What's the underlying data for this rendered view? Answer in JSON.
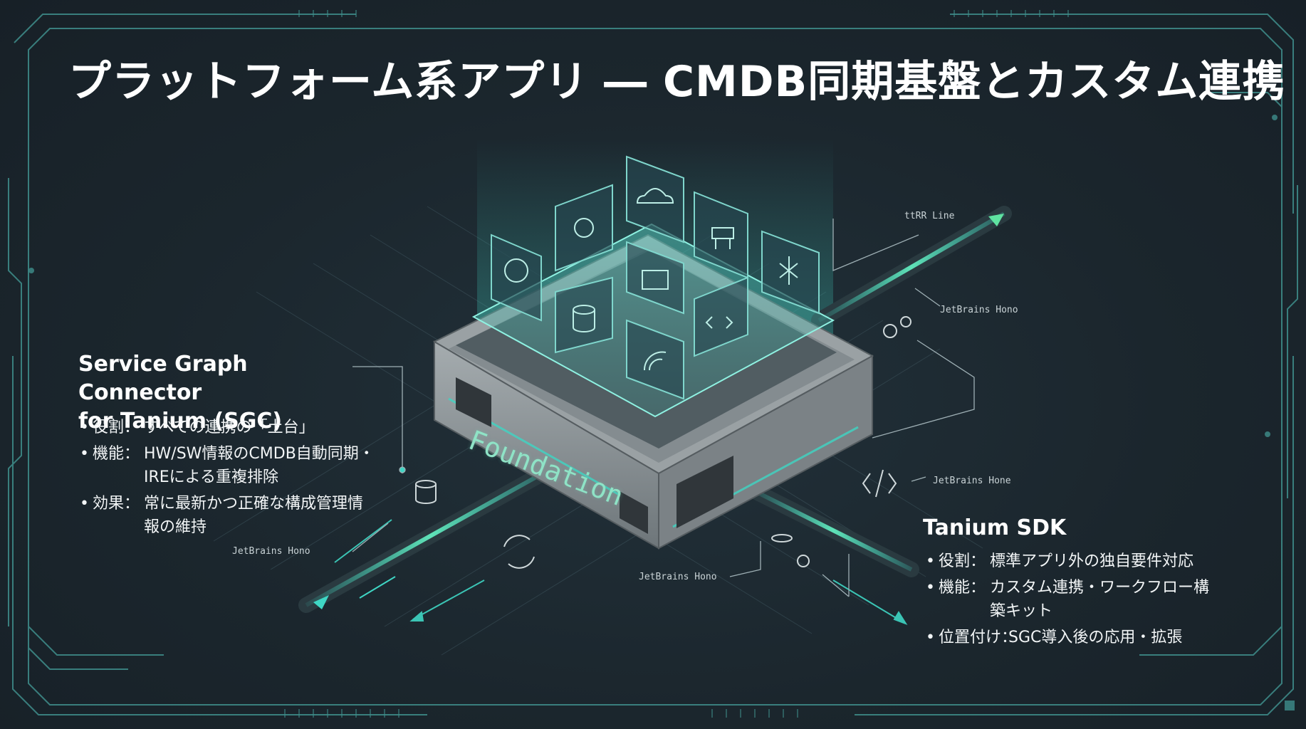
{
  "slide": {
    "title": "プラットフォーム系アプリ ― CMDB同期基盤とカスタム連携"
  },
  "diagram": {
    "central_label": "Foundation",
    "annotations": [
      "ttRR Line",
      "JetBrains Hono",
      "JetBrains Hone",
      "JetBrains Hono",
      "JetBrains Hono"
    ]
  },
  "sgc": {
    "title_line1": "Service Graph Connector",
    "title_line2": "for Tanium (SGC)",
    "bullets": [
      {
        "label": "役割：",
        "lines": [
          "すべての連携の「土台」"
        ]
      },
      {
        "label": "機能：",
        "lines": [
          "HW/SW情報のCMDB自動同期・",
          "IREによる重複排除"
        ]
      },
      {
        "label": "効果：",
        "lines": [
          "常に最新かつ正確な構成管理情",
          "報の維持"
        ]
      }
    ]
  },
  "sdk": {
    "title": "Tanium SDK",
    "bullets": [
      {
        "label": "役割：",
        "lines": [
          "標準アプリ外の独自要件対応"
        ]
      },
      {
        "label": "機能：",
        "lines": [
          "カスタム連携・ワークフロー構",
          "築キット"
        ]
      },
      {
        "label": "位置付け：",
        "lines": [
          "SGC導入後の応用・拡張"
        ]
      }
    ]
  },
  "colors": {
    "background": "#1a242b",
    "accent_teal": "#3fd6c4",
    "accent_green": "#5fe3a1",
    "frame_line": "#3f8f8c",
    "box_gray": "#8d9498"
  },
  "icons": [
    "gear-icon",
    "cloud-icon",
    "hierarchy-icon",
    "network-icon",
    "database-icon",
    "code-icon",
    "wifi-icon",
    "monitor-icon",
    "sync-icon"
  ]
}
